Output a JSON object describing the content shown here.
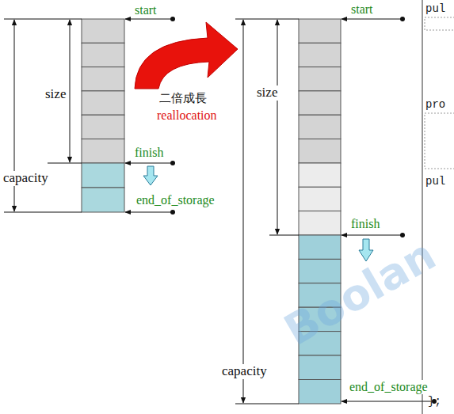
{
  "diagram": {
    "labels": [
      "start",
      "size",
      "capacity",
      "finish",
      "end_of_storage",
      "二倍成長",
      "reallocation",
      "start",
      "size",
      "finish",
      "capacity",
      "end_of_storage",
      "Boolan",
      "pul",
      "pro",
      "pul",
      "};"
    ]
  }
}
